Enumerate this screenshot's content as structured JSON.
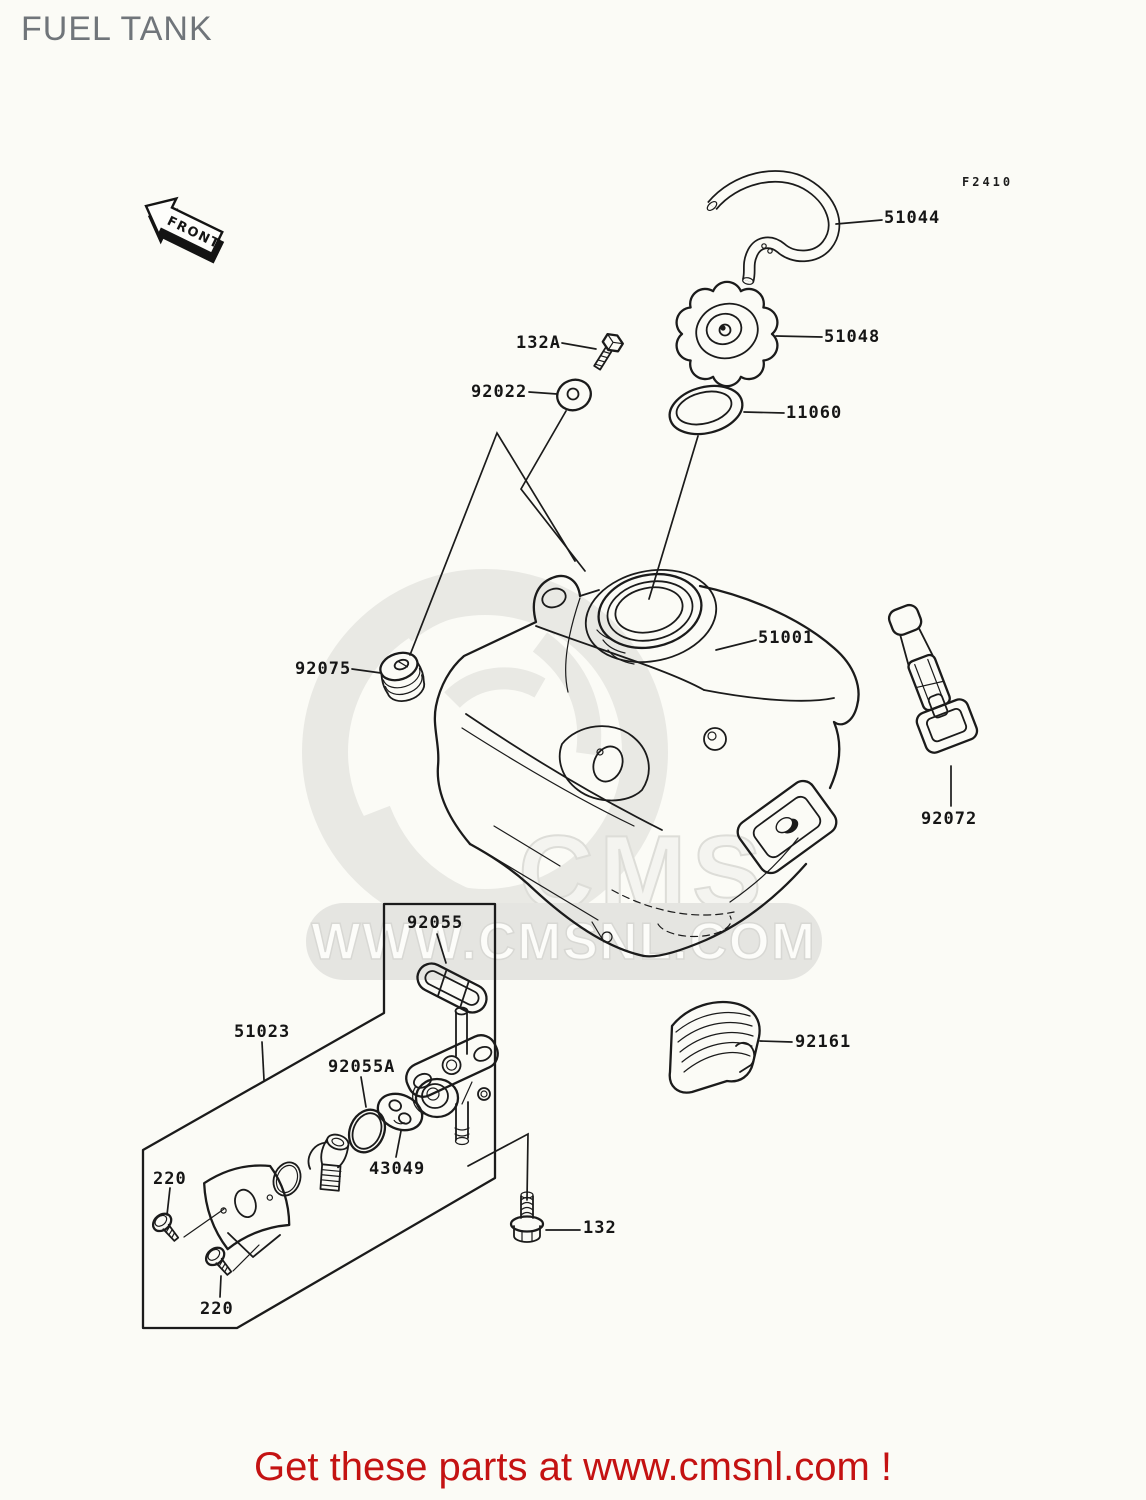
{
  "header": {
    "title": "FUEL TANK",
    "diagram_code": "F2410"
  },
  "front_marker": {
    "label": "FRONT"
  },
  "watermark": {
    "logo_text": "CMS",
    "url_text": "WWW.CMSNL.COM"
  },
  "parts": [
    {
      "label": "51044"
    },
    {
      "label": "51048"
    },
    {
      "label": "11060"
    },
    {
      "label": "132A"
    },
    {
      "label": "92022"
    },
    {
      "label": "51001"
    },
    {
      "label": "92075"
    },
    {
      "label": "92072"
    },
    {
      "label": "92161"
    },
    {
      "label": "92055"
    },
    {
      "label": "51023"
    },
    {
      "label": "92055A"
    },
    {
      "label": "43049"
    },
    {
      "label": "220"
    },
    {
      "label": "220"
    },
    {
      "label": "132"
    }
  ],
  "footer": {
    "promo_text": "Get these parts at www.cmsnl.com !"
  }
}
